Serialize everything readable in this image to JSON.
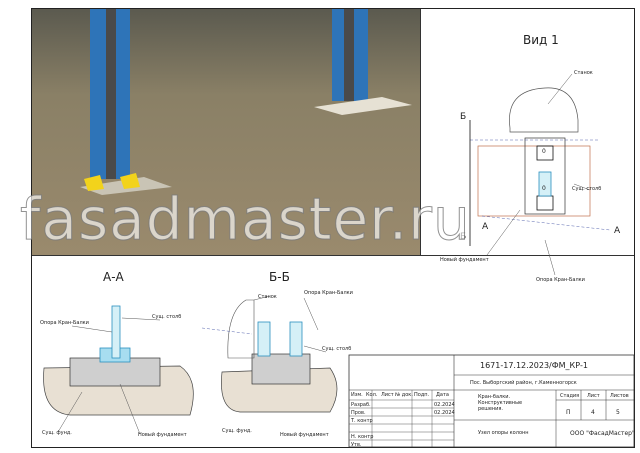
{
  "view1": {
    "title": "Вид 1",
    "stanok": "Станок",
    "sush_stolb": "Сущ. столб",
    "new_foundation": "Новый фундамент",
    "crane_support": "Опора Кран-Балки",
    "mark_b": "Б",
    "mark_a": "А",
    "box0": "0"
  },
  "sectionAA": {
    "title": "А-А",
    "crane_support": "Опора Кран-Балки",
    "sush_stolb": "Сущ. столб",
    "sush_fund": "Сущ. фунд.",
    "new_foundation": "Новый фундамент"
  },
  "sectionBB": {
    "title": "Б-Б",
    "stanok": "Станок",
    "crane_support": "Опора Кран-Балки",
    "sush_stolb": "Сущ. столб",
    "sush_fund": "Сущ. фунд.",
    "new_foundation": "Новый фундамент"
  },
  "titleblock": {
    "code": "1671-17.12.2023/ФМ_КР-1",
    "address": "Пос. Выборгский район, г.Каменногорск",
    "object": "Кран-балки. Конструктивные решения.",
    "sheet_name": "Узел опоры колонн",
    "company": "ООО \"ФасадМастер\"",
    "cols": [
      "Изм.",
      "Кол.",
      "Лист",
      "№ док.",
      "Подп.",
      "Дата"
    ],
    "rows": [
      {
        "role": "Разраб.",
        "date": "02.2024"
      },
      {
        "role": "Пров.",
        "date": "02.2024"
      },
      {
        "role": "Т. контр",
        "": ""
      },
      {
        "role": "",
        "": ""
      },
      {
        "role": "Н. контр",
        "": ""
      },
      {
        "role": "Утв.",
        "": ""
      }
    ],
    "stage_label": "Стадия",
    "sheet_label": "Лист",
    "sheets_label": "Листов",
    "stage": "П",
    "sheet": "4",
    "sheets": "5"
  },
  "watermark": "fasadmaster.ru"
}
